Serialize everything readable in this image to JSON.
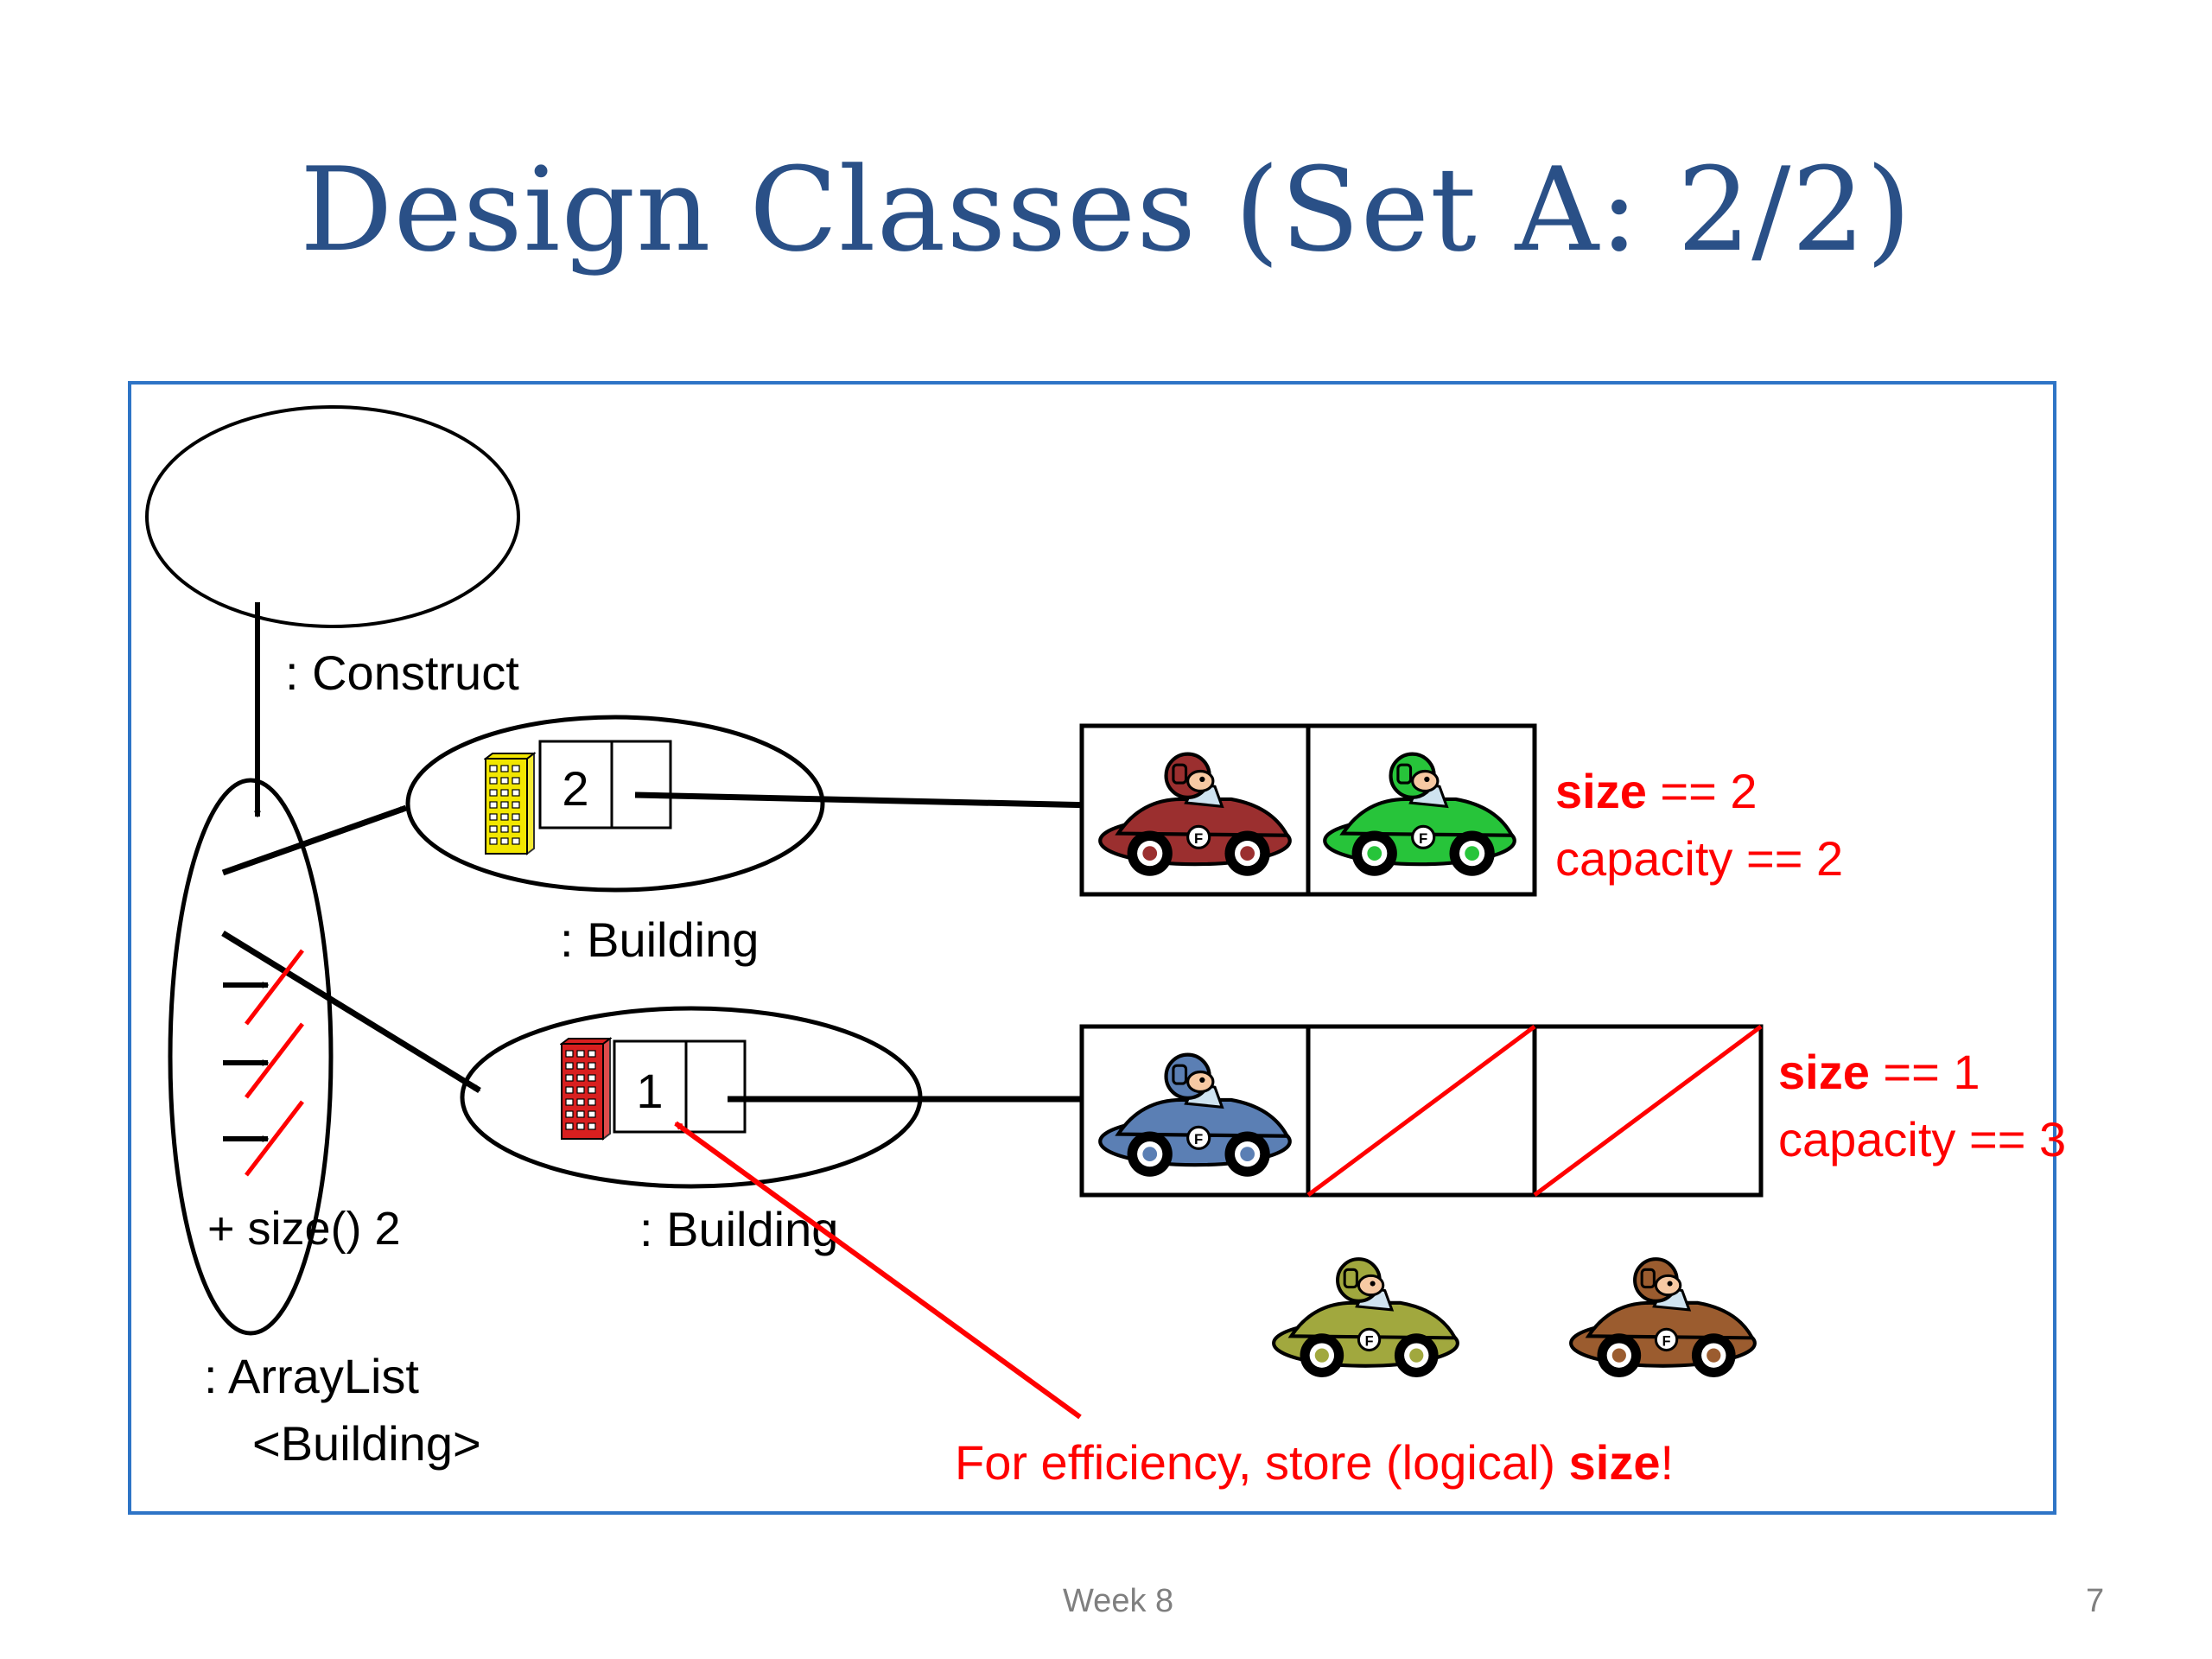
{
  "slide": {
    "title": "Design Classes (Set A: 2/2)",
    "footer_left": "Week 8",
    "page_number": "7"
  },
  "labels": {
    "construct": ": Construct",
    "building_top": ": Building",
    "building_bottom": ": Building",
    "size_method": "+ size() 2",
    "arraylist_line1": ": ArrayList",
    "arraylist_line2": "<Building>",
    "building_top_count": "2",
    "building_bottom_count": "1"
  },
  "annotations": {
    "top": {
      "size_keyword": "size",
      "size_rest": " == 2",
      "capacity": "capacity == 2"
    },
    "bottom": {
      "size_keyword": "size",
      "size_rest": " == 1",
      "capacity": "capacity == 3"
    },
    "note_prefix": "For efficiency, store (logical) ",
    "note_keyword": "size",
    "note_suffix": "!"
  },
  "cars": {
    "top_row": [
      "maroon-car",
      "green-car"
    ],
    "bottom_row": [
      "blue-car"
    ],
    "loose": [
      "olive-car",
      "brown-car"
    ]
  },
  "colors": {
    "title": "#2a5087",
    "frame": "#2e74c6",
    "annotation": "#ff0000",
    "building_top": "#f2e600",
    "building_bottom": "#d81f1f",
    "car_maroon": "#9b2f2f",
    "car_green": "#27c43a",
    "car_blue": "#5b7fb4",
    "car_olive": "#a1a83e",
    "car_brown": "#9b5c2f"
  }
}
